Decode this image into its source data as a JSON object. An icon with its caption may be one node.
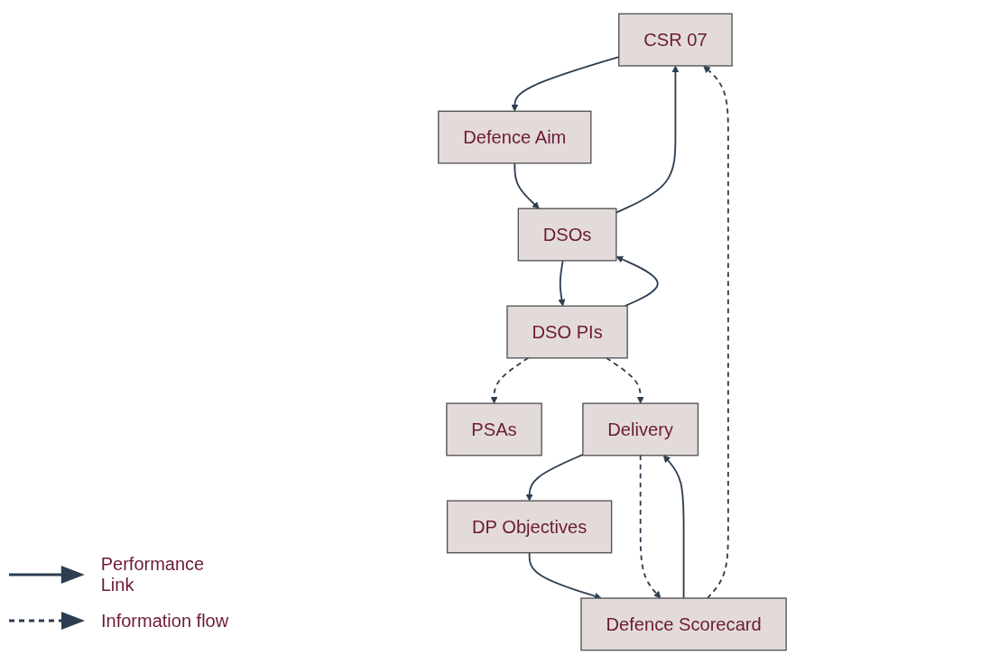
{
  "diagram": {
    "nodes": [
      {
        "text": [
          "PSAs"
        ]
      },
      {
        "text": [
          "CSR 07"
        ]
      },
      {
        "text": [
          "Defence Aim"
        ]
      },
      {
        "text": [
          "DSOs"
        ]
      },
      {
        "text": [
          "DSO PIs"
        ]
      },
      {
        "text": [
          "DP Objectives"
        ]
      },
      {
        "text": [
          "Delivery"
        ]
      },
      {
        "text": [
          "Defence Scorecard"
        ]
      }
    ],
    "edges": [
      {
        "from": 1,
        "to": 2,
        "arrow": "to"
      },
      {
        "from": 2,
        "to": 3,
        "arrow": "to"
      },
      {
        "from": 3,
        "to": 1,
        "arrow": "to"
      },
      {
        "from": 3,
        "to": 4,
        "arrow": "to"
      },
      {
        "from": 4,
        "to": 3,
        "arrow": "to"
      },
      {
        "from": 4,
        "to": 0,
        "arrow": "to",
        "style": "dashed"
      },
      {
        "from": 4,
        "to": 6,
        "arrow": "to",
        "style": "dashed"
      },
      {
        "from": 6,
        "to": 5,
        "arrow": "to"
      },
      {
        "from": 5,
        "to": 7,
        "arrow": "to"
      },
      {
        "from": 6,
        "to": 7,
        "arrow": "to",
        "style": "dashed"
      },
      {
        "from": 7,
        "to": 6,
        "arrow": "to"
      },
      {
        "from": 7,
        "to": 1,
        "arrow": "to",
        "style": "dashed"
      }
    ],
    "legend": [
      {
        "text": "Performance Link"
      },
      {
        "text": "Information flow"
      }
    ]
  }
}
